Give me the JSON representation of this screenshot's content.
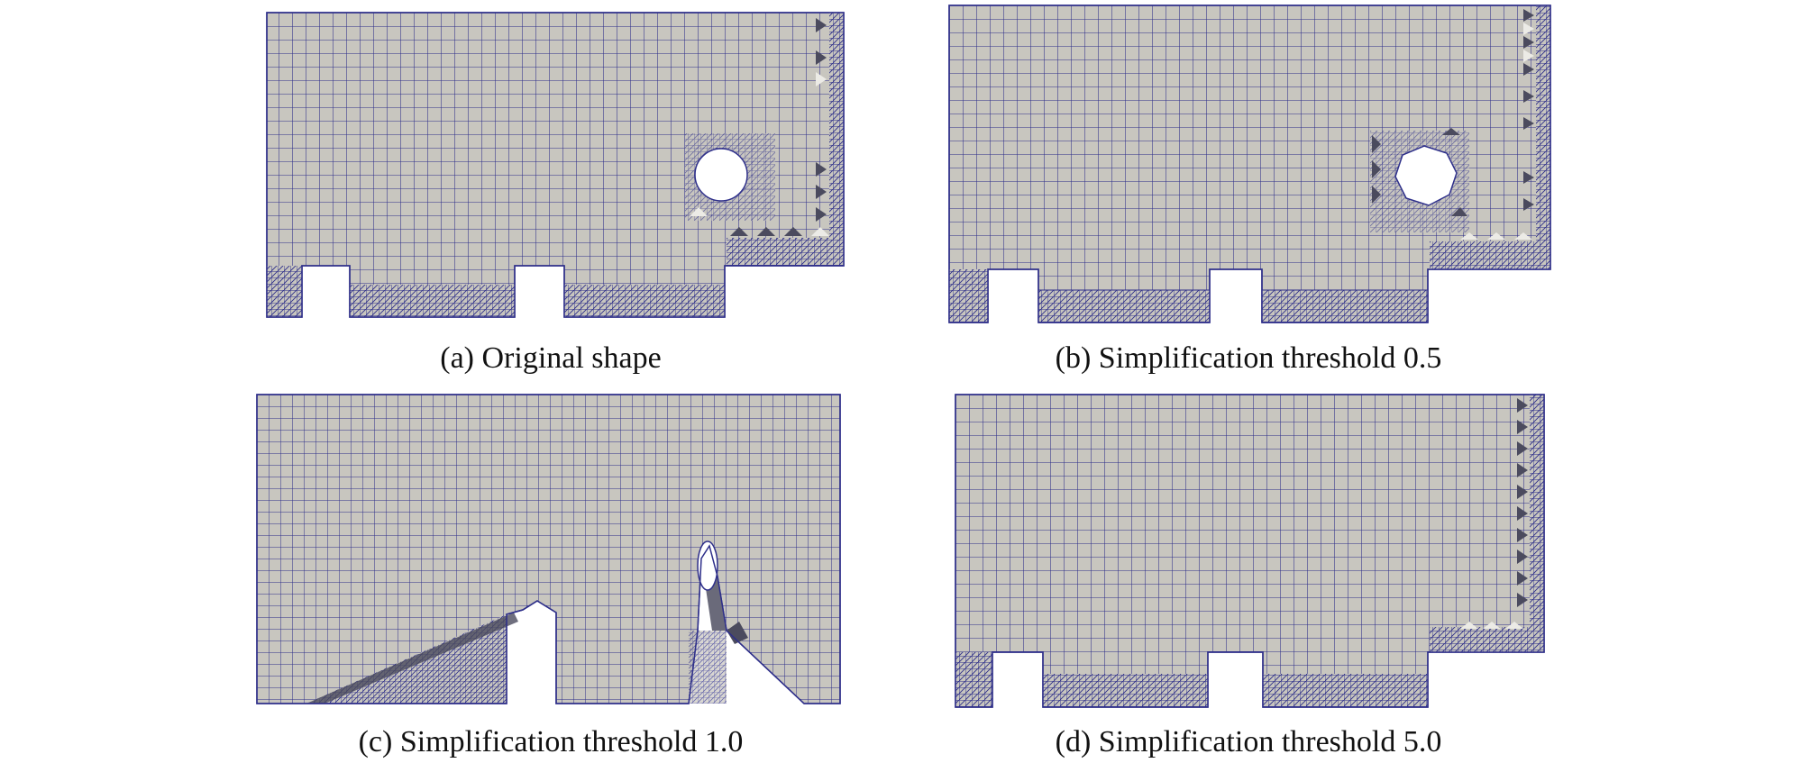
{
  "figure": {
    "panels": [
      {
        "id": "a",
        "caption": "(a) Original shape"
      },
      {
        "id": "b",
        "caption": "(b) Simplification threshold 0.5"
      },
      {
        "id": "c",
        "caption": "(c) Simplification threshold 1.0"
      },
      {
        "id": "d",
        "caption": "(d) Simplification threshold 5.0"
      }
    ]
  },
  "colors": {
    "mesh_fill": "#c8c6bf",
    "mesh_line": "#2e2f8a",
    "dark_tri": "#4b4b5e",
    "light_tri": "#ecebe6",
    "background": "#ffffff"
  }
}
